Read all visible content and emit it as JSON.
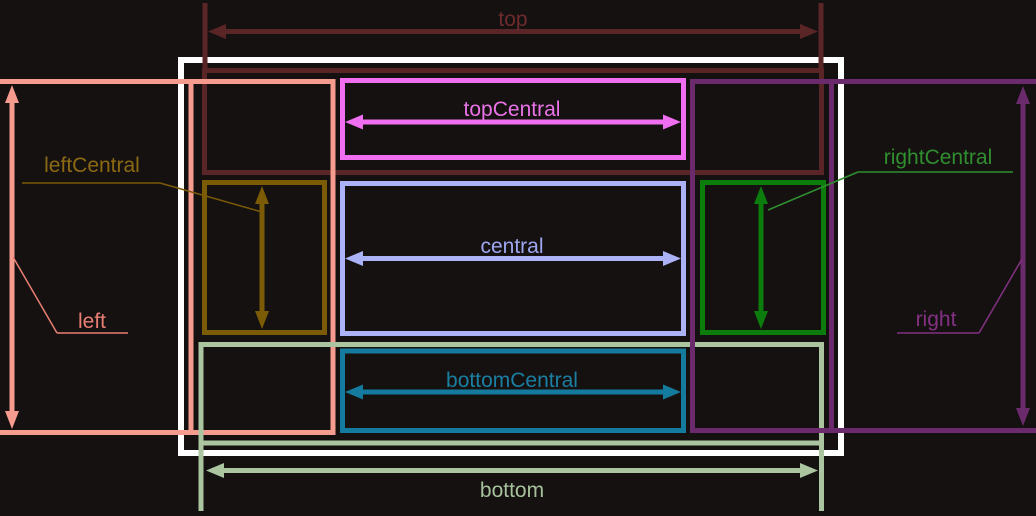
{
  "diagram": {
    "background_color": "#151111",
    "frame_color": "#ffffff",
    "regions": {
      "top": {
        "label": "top",
        "color": "#5a2527",
        "label_color": "#6e2b2e"
      },
      "left": {
        "label": "left",
        "color": "#f69c8e",
        "label_color": "#e97f73"
      },
      "right": {
        "label": "right",
        "color": "#6b2a6c",
        "label_color": "#833183"
      },
      "bottom": {
        "label": "bottom",
        "color": "#aac5a0",
        "label_color": "#a6c19c"
      },
      "topCentral": {
        "label": "topCentral",
        "color": "#f06ef0",
        "label_color": "#e973e7"
      },
      "leftCentral": {
        "label": "leftCentral",
        "color": "#7c5b06",
        "label_color": "#8c6a12"
      },
      "central": {
        "label": "central",
        "color": "#abb3f6",
        "label_color": "#9da6ee"
      },
      "rightCentral": {
        "label": "rightCentral",
        "color": "#0c7c0c",
        "label_color": "#2f8f2f"
      },
      "bottomCentral": {
        "label": "bottomCentral",
        "color": "#157b9e",
        "label_color": "#1a7fa2"
      }
    }
  }
}
